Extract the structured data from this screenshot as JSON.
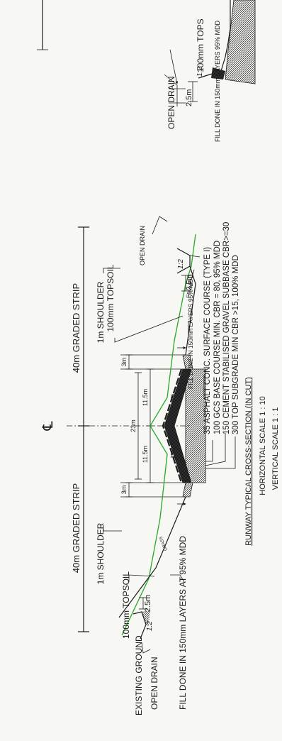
{
  "colors": {
    "paper": "#f7f7f4",
    "ink": "#1a1a1a",
    "existing_ground": "#2aa82a"
  },
  "top_partial": {
    "topsoil": "100mm TOPS",
    "open_drain": "OPEN DRAIN",
    "width_25": "2.5m",
    "fill_note": "FILL DONE IN 150mm LAYERS 95% MDD",
    "slope": "1:2"
  },
  "main": {
    "centerline_symbol": "℄",
    "graded_strip_left": "40m GRADED STRIP",
    "graded_strip_right": "40m GRADED STRIP",
    "shoulder_left": "1m SHOULDER",
    "shoulder_right": "1m SHOULDER",
    "topsoil_left": "100mm TOPSOIL",
    "topsoil_right": "100mm TOPSOIL",
    "existing_ground": "EXISTING GROUND",
    "open_drain_left": "OPEN DRAIN",
    "open_drain_right": "OPEN DRAIN",
    "fill_note_left": "FILL DONE IN 150mm LAYERS AT 95% MDD",
    "fill_note_right": "FILL DONE IN 150mm LAYERS 95% MDD",
    "dim_25_left": "2.5m",
    "dim_25_right": "2.5m",
    "dim_3_left": "3m",
    "dim_3_right": "3m",
    "dim_115_left": "11.5m",
    "dim_115_right": "11.5m",
    "dim_23": "23m",
    "slope_left": "1:2",
    "slope_right": "1:2",
    "crossfall": "2%",
    "grass_left": "GRASS",
    "grass_right": "GRASS"
  },
  "layers": {
    "line1": "35   ASPHALT CONC. SURFACE COURSE (TYPE I)",
    "line2": "100  GCS BASE COURSE MIN. CBR = 80, 95% MDD",
    "line3": "150  CEMENT STABILISED GRAVEL SUBBASE CBR>=30",
    "line4": "300  TOP SUBGRADE MIN CBR >15, 100% MDD"
  },
  "titles": {
    "section_title": "RUNWAY TYPICAL CROSS-SECTION (IN CUT)",
    "horizontal_scale": "HORIZONTAL SCALE 1 : 10",
    "vertical_scale": "VERTICAL SCALE 1 : 1"
  }
}
